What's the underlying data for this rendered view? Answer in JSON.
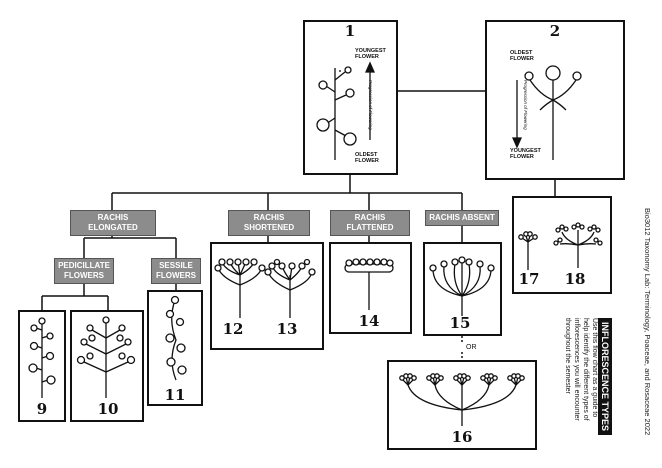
{
  "nodes": {
    "n1": {
      "number": "1",
      "top_label": "YOUNGEST\nFLOWER",
      "bottom_label": "OLDEST\nFLOWER",
      "arrow_label": "Progression of Flowering"
    },
    "n2": {
      "number": "2",
      "top_label": "OLDEST\nFLOWER",
      "bottom_label": "YOUNGEST\nFLOWER",
      "arrow_label": "Progression of Flowering"
    },
    "n9": "9",
    "n10": "10",
    "n11": "11",
    "n12": "12",
    "n13": "13",
    "n14": "14",
    "n15": "15",
    "n16": "16",
    "n17": "17",
    "n18": "18"
  },
  "categories": {
    "elongated": "RACHIS ELONGATED",
    "shortened": "RACHIS SHORTENED",
    "flattened": "RACHIS FLATTENED",
    "absent": "RACHIS ABSENT",
    "pedicillate": "PEDICILLATE\nFLOWERS",
    "sessile": "SESSILE\nFLOWERS"
  },
  "or_text": "OR",
  "side": {
    "credit": "Bio3012 Taxonomy Lab: Terminology, Poaceae, and Rosaceae 2022",
    "title": "INFLORESCENCE TYPES",
    "description": [
      "Use this flow chart as a guide to",
      "help identify the different types of",
      "inflorescences you will encounter",
      "throughout the semester"
    ]
  }
}
